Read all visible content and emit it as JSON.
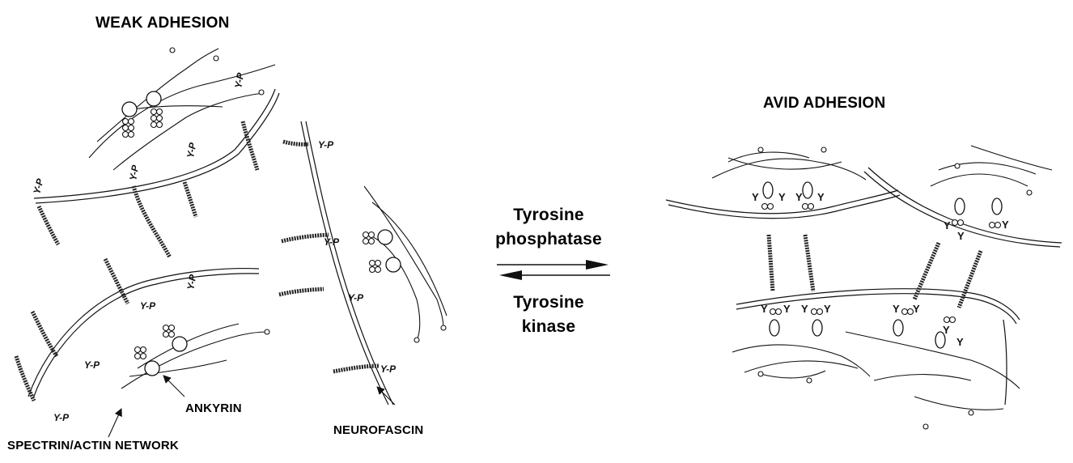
{
  "labels": {
    "weak_title": "WEAK ADHESION",
    "avid_title": "AVID ADHESION",
    "forward_enzyme_line1": "Tyrosine",
    "forward_enzyme_line2": "phosphatase",
    "reverse_enzyme_line1": "Tyrosine",
    "reverse_enzyme_line2": "kinase",
    "ankyrin": "ANKYRIN",
    "spectrin_actin": "SPECTRIN/ACTIN NETWORK",
    "neurofascin": "NEUROFASCIN"
  },
  "tags": {
    "phospho": "Y-P",
    "dephospho": "Y"
  },
  "colors": {
    "ink": "#111111",
    "background": "#ffffff"
  }
}
